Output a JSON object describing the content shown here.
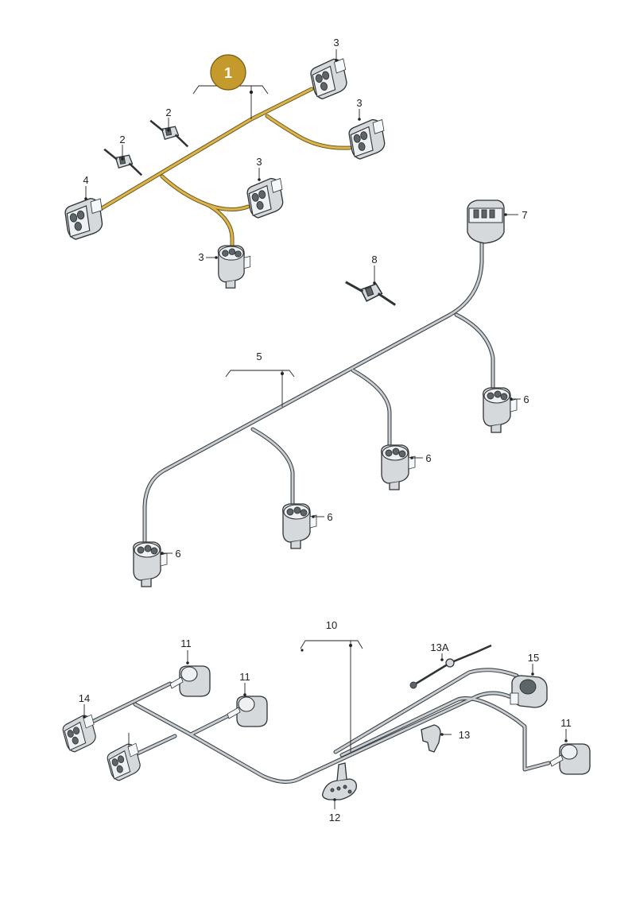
{
  "badge": {
    "label": "1",
    "color": "#c49a2c"
  },
  "callouts": {
    "c3a": "3",
    "c3b": "3",
    "c3c": "3",
    "c3d": "3",
    "c2a": "2",
    "c2b": "2",
    "c4": "4",
    "c7": "7",
    "c8": "8",
    "c5": "5",
    "c6a": "6",
    "c6b": "6",
    "c6c": "6",
    "c6d": "6",
    "c10": "10",
    "c11a": "11",
    "c11b": "11",
    "c11c": "11",
    "c13a": "13A",
    "c13": "13",
    "c14": "14",
    "c15": "15",
    "c12": "12"
  },
  "colors": {
    "harness_yellow": "#dcb44c",
    "harness_grey": "#c9ced2",
    "connector_grey": "#d5d9dc",
    "line": "#222222"
  },
  "icons": [
    "connector-3pin-icon",
    "cable-tie-icon",
    "sensor-icon",
    "grommet-icon"
  ]
}
